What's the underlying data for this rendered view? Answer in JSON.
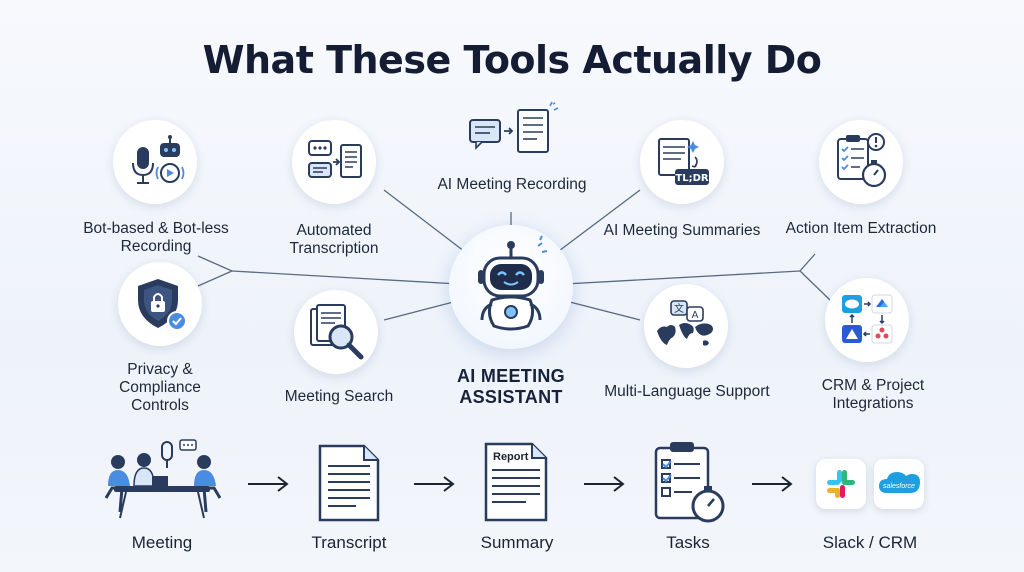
{
  "title": "What These Tools Actually Do",
  "center": {
    "label": "AI MEETING ASSISTANT"
  },
  "features": [
    {
      "label": "Bot-based & Bot-less Recording"
    },
    {
      "label": "Automated Transcription"
    },
    {
      "label": "AI Meeting Recording"
    },
    {
      "label": "AI Meeting Summaries"
    },
    {
      "label": "Action Item Extraction"
    },
    {
      "label": "Privacy & Compliance Controls"
    },
    {
      "label": "Meeting Search"
    },
    {
      "label": "Multi-Language Support"
    },
    {
      "label": "CRM & Project Integrations"
    }
  ],
  "badges": {
    "tldr": "TL;DR",
    "report": "Report",
    "salesforce": "salesforce"
  },
  "workflow": [
    {
      "label": "Meeting"
    },
    {
      "label": "Transcript"
    },
    {
      "label": "Summary"
    },
    {
      "label": "Tasks"
    },
    {
      "label": "Slack / CRM"
    }
  ],
  "colors": {
    "navy": "#2a3c5e",
    "accent": "#4a8de0",
    "light": "#d8e6f8",
    "salesforce": "#1ea0e0"
  }
}
